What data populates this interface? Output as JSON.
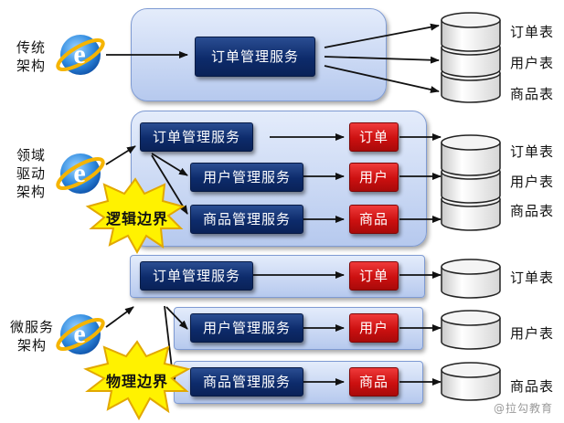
{
  "sections": {
    "traditional": "传统\n架构",
    "ddd": "领域\n驱动\n架构",
    "micro": "微服务\n架构"
  },
  "services": {
    "order": "订单管理服务",
    "user": "用户管理服务",
    "product": "商品管理服务"
  },
  "entities": {
    "order": "订单",
    "user": "用户",
    "product": "商品"
  },
  "tables": {
    "order": "订单表",
    "user": "用户表",
    "product": "商品表"
  },
  "bursts": {
    "logical": "逻辑边界",
    "physical": "物理边界"
  },
  "icons": {
    "browser": "internet-explorer-icon",
    "database": "database-cylinder-icon"
  },
  "colors": {
    "service_fill": "#0d2b6b",
    "entity_fill": "#cc1010",
    "panel_fill": "#c8d7f3",
    "burst_fill": "#fff200"
  },
  "watermark": "@拉勾教育"
}
